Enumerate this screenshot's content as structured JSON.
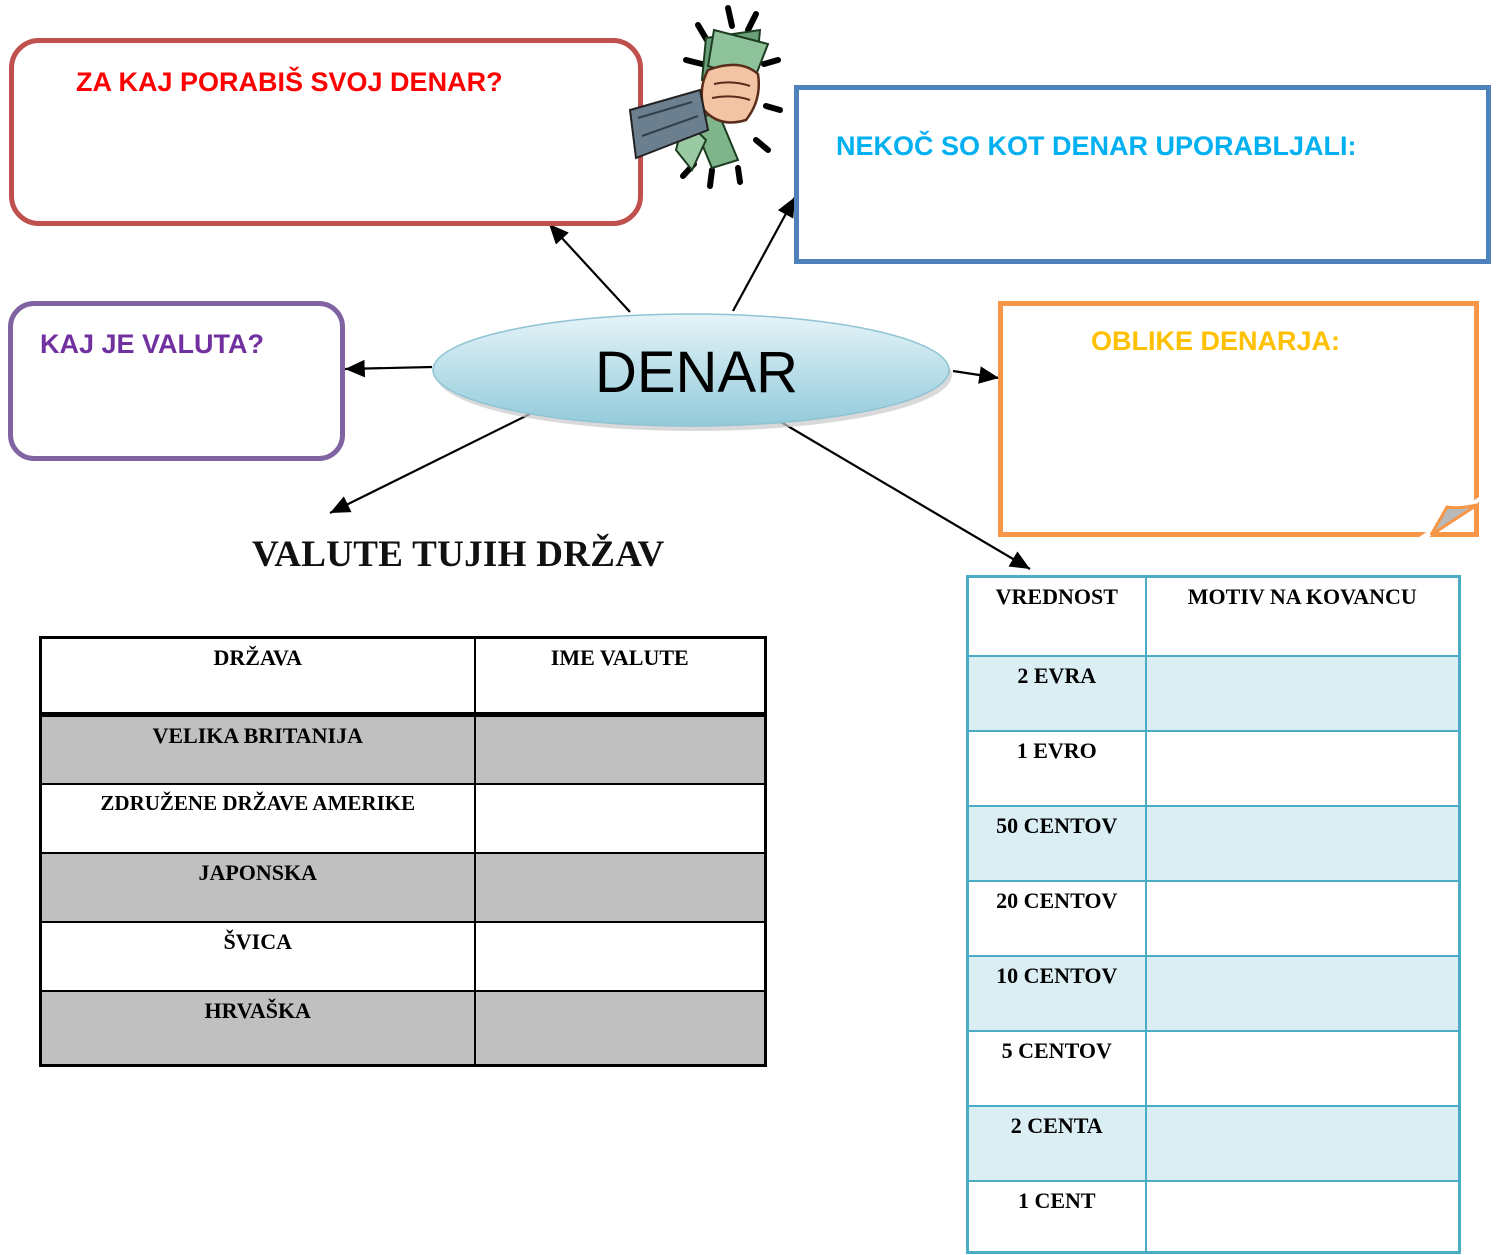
{
  "boxes": {
    "spend": {
      "title": "ZA KAJ PORABIŠ SVOJ DENAR?",
      "border_color": "#c0504d",
      "title_color": "#ff0000"
    },
    "past": {
      "title": "NEKOČ SO KOT DENAR UPORABLJALI:",
      "border_color": "#4f81bd",
      "title_color": "#00b0f0"
    },
    "currency": {
      "title": "KAJ JE VALUTA?",
      "border_color": "#8064a2",
      "title_color": "#7030a0"
    },
    "forms": {
      "title": "OBLIKE DENARJA:",
      "border_color": "#f79646",
      "title_color": "#ffc000"
    }
  },
  "hub": {
    "label": "DENAR",
    "fill_color": "#b7dde8"
  },
  "clipart": {
    "icon": "money-fist-icon"
  },
  "foreign": {
    "heading": "VALUTE TUJIH DRŽAV",
    "headers": [
      "DRŽAVA",
      "IME VALUTE"
    ],
    "rows": [
      {
        "country": "VELIKA BRITANIJA",
        "currency": ""
      },
      {
        "country": "ZDRUŽENE DRŽAVE AMERIKE",
        "currency": ""
      },
      {
        "country": "JAPONSKA",
        "currency": ""
      },
      {
        "country": "ŠVICA",
        "currency": ""
      },
      {
        "country": "HRVAŠKA",
        "currency": ""
      }
    ]
  },
  "coins": {
    "headers": [
      "VREDNOST",
      "MOTIV NA KOVANCU"
    ],
    "rows": [
      {
        "value": "2 EVRA",
        "motif": ""
      },
      {
        "value": "1 EVRO",
        "motif": ""
      },
      {
        "value": "50 CENTOV",
        "motif": ""
      },
      {
        "value": "20 CENTOV",
        "motif": ""
      },
      {
        "value": "10 CENTOV",
        "motif": ""
      },
      {
        "value": "5 CENTOV",
        "motif": ""
      },
      {
        "value": "2 CENTA",
        "motif": ""
      },
      {
        "value": "1 CENT",
        "motif": ""
      }
    ]
  }
}
